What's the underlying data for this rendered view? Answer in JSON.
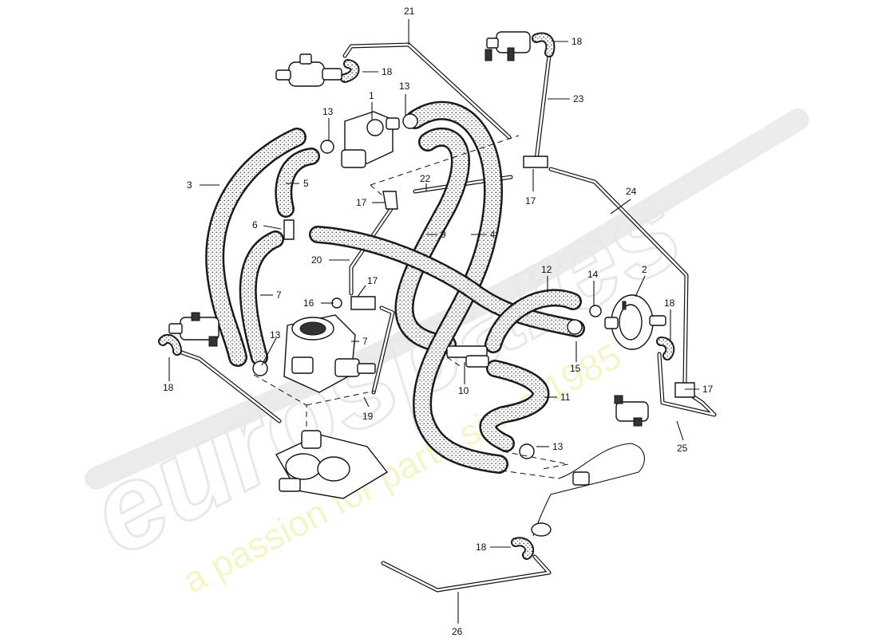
{
  "watermark": {
    "brand": "eurospares",
    "tagline": "a passion for parts since 1985"
  },
  "callouts": [
    {
      "id": "c21a",
      "text": "21"
    },
    {
      "id": "c18a",
      "text": "18"
    },
    {
      "id": "c18b",
      "text": "18"
    },
    {
      "id": "c23",
      "text": "23"
    },
    {
      "id": "c1",
      "text": "1"
    },
    {
      "id": "c13a",
      "text": "13"
    },
    {
      "id": "c13b",
      "text": "13"
    },
    {
      "id": "c3",
      "text": "3"
    },
    {
      "id": "c5",
      "text": "5"
    },
    {
      "id": "c22",
      "text": "22"
    },
    {
      "id": "c17a",
      "text": "17"
    },
    {
      "id": "c17b",
      "text": "17"
    },
    {
      "id": "c24",
      "text": "24"
    },
    {
      "id": "c6",
      "text": "6"
    },
    {
      "id": "c9",
      "text": "9"
    },
    {
      "id": "c4",
      "text": "4"
    },
    {
      "id": "c20",
      "text": "20"
    },
    {
      "id": "c12",
      "text": "12"
    },
    {
      "id": "c14",
      "text": "14"
    },
    {
      "id": "c2",
      "text": "2"
    },
    {
      "id": "c17c",
      "text": "17"
    },
    {
      "id": "c7a",
      "text": "7"
    },
    {
      "id": "c16",
      "text": "16"
    },
    {
      "id": "c18c",
      "text": "18"
    },
    {
      "id": "c13c",
      "text": "13"
    },
    {
      "id": "c7b",
      "text": "7"
    },
    {
      "id": "c15",
      "text": "15"
    },
    {
      "id": "c18d",
      "text": "18"
    },
    {
      "id": "c10",
      "text": "10"
    },
    {
      "id": "c11",
      "text": "11"
    },
    {
      "id": "c17d",
      "text": "17"
    },
    {
      "id": "c19",
      "text": "19"
    },
    {
      "id": "c13d",
      "text": "13"
    },
    {
      "id": "c25",
      "text": "25"
    },
    {
      "id": "c18e",
      "text": "18"
    },
    {
      "id": "c26",
      "text": "26"
    }
  ]
}
